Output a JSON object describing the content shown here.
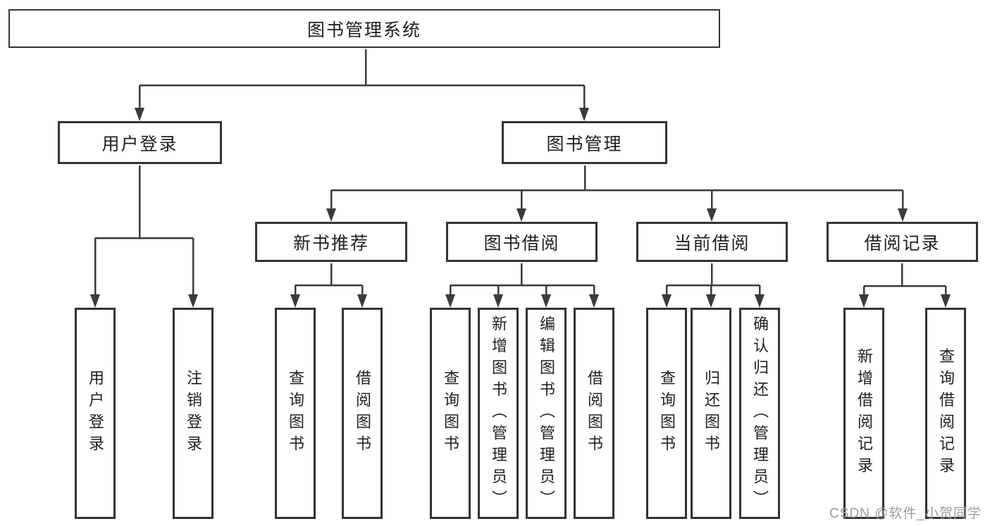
{
  "diagram": {
    "watermark": "CSDN @软件_小贺同学",
    "colors": {
      "line": "#3a3a3a",
      "box_border": "#333333",
      "text": "#1f1f1f",
      "watermark": "#9c9c9c",
      "background": "#ffffff"
    },
    "tree": {
      "root": {
        "label": "图书管理系统"
      },
      "level1": [
        {
          "label": "用户登录",
          "parent": "图书管理系统"
        },
        {
          "label": "图书管理",
          "parent": "图书管理系统"
        }
      ],
      "level2": [
        {
          "label": "新书推荐",
          "parent": "图书管理"
        },
        {
          "label": "图书借阅",
          "parent": "图书管理"
        },
        {
          "label": "当前借阅",
          "parent": "图书管理"
        },
        {
          "label": "借阅记录",
          "parent": "图书管理"
        }
      ],
      "leaves": [
        {
          "label": "用户登录",
          "parent": "用户登录"
        },
        {
          "label": "注销登录",
          "parent": "用户登录"
        },
        {
          "label": "查询图书",
          "parent": "新书推荐"
        },
        {
          "label": "借阅图书",
          "parent": "新书推荐"
        },
        {
          "label": "查询图书",
          "parent": "图书借阅"
        },
        {
          "label": "新增图书（管理员）",
          "parent": "图书借阅"
        },
        {
          "label": "编辑图书（管理员）",
          "parent": "图书借阅"
        },
        {
          "label": "借阅图书",
          "parent": "图书借阅"
        },
        {
          "label": "查询图书",
          "parent": "当前借阅"
        },
        {
          "label": "归还图书",
          "parent": "当前借阅"
        },
        {
          "label": "确认归还（管理员）",
          "parent": "当前借阅"
        },
        {
          "label": "新增借阅记录",
          "parent": "借阅记录"
        },
        {
          "label": "查询借阅记录",
          "parent": "借阅记录"
        }
      ]
    }
  }
}
